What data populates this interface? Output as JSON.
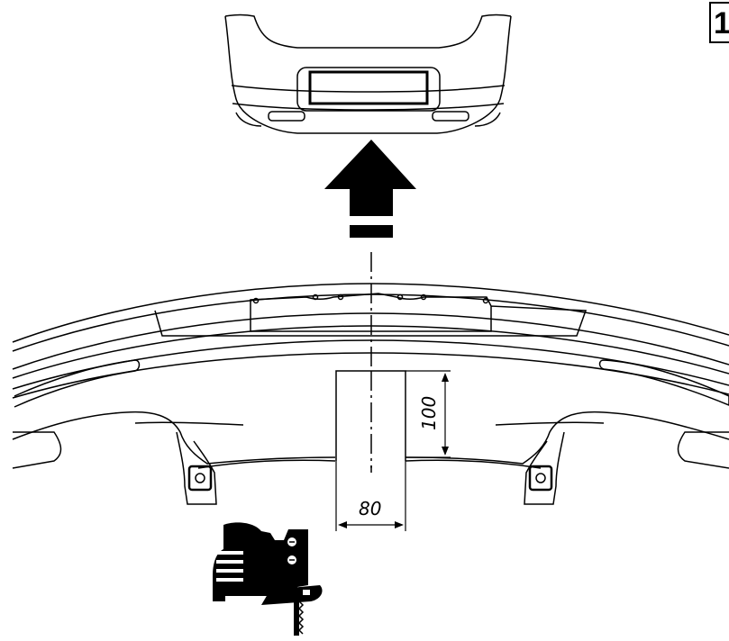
{
  "step": {
    "number": "1"
  },
  "dimensions": {
    "height_label": "100",
    "width_label": "80"
  },
  "colors": {
    "line": "#000000",
    "background": "#ffffff"
  },
  "icons": {
    "bumper": "rear-bumper-icon",
    "arrow": "arrow-up-icon",
    "saw": "jigsaw-icon"
  }
}
